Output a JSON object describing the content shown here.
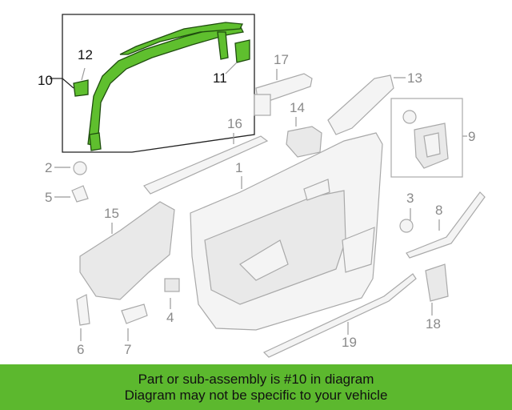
{
  "callouts": {
    "c1": "1",
    "c2": "2",
    "c3": "3",
    "c4": "4",
    "c5": "5",
    "c6": "6",
    "c7": "7",
    "c8": "8",
    "c9": "9",
    "c10": "10",
    "c11": "11",
    "c12": "12",
    "c13": "13",
    "c14": "14",
    "c15": "15",
    "c16": "16",
    "c17": "17",
    "c18": "18",
    "c19": "19"
  },
  "banner": {
    "line1": "Part or sub-assembly is #10 in diagram",
    "line2": "Diagram may not be specific to your vehicle"
  },
  "colors": {
    "highlight": "#5fbf2e",
    "banner": "#5cb82e",
    "parts": "#a9a9a9"
  }
}
